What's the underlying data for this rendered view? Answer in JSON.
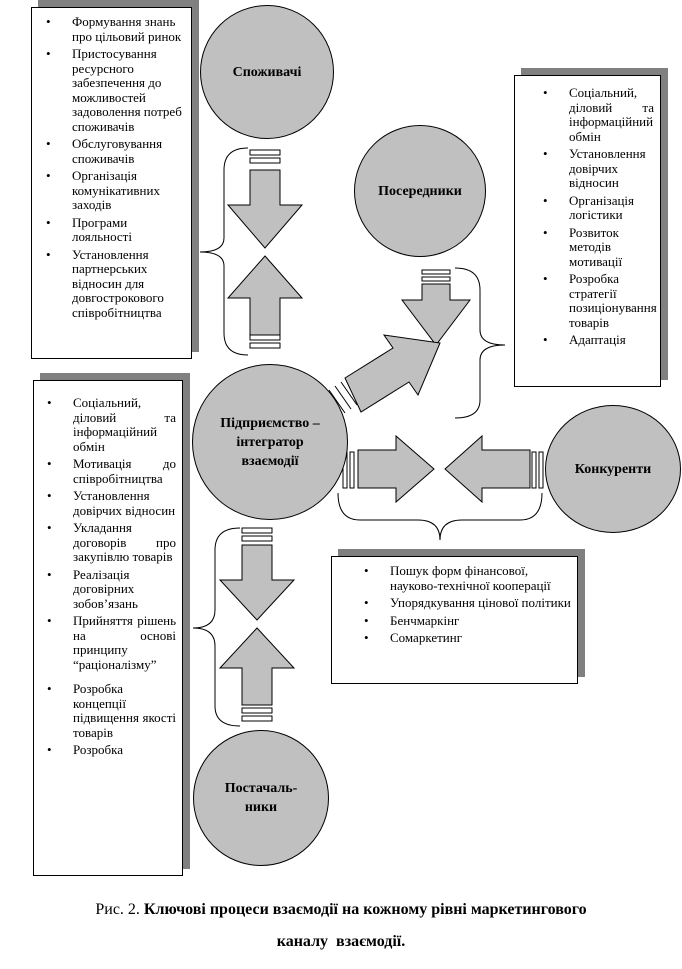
{
  "boxes": {
    "consumers": {
      "items": [
        "Формування знань про цільовий ринок",
        "Пристосування ресурсного забезпечення до можливостей задоволення потреб споживачів",
        "Обслуговування споживачів",
        "Організація комунікативних заходів",
        "Програми лояльності",
        "Установлення партнерських відносин для довгострокового співробітництва"
      ]
    },
    "intermediaries": {
      "items": [
        "Соціальний, діловий та інформаційний обмін",
        "Установлення довірчих відносин",
        "Організація логістики",
        "Розвиток методів мотивації",
        "Розробка стратегії позиціонування товарів",
        "Адаптація"
      ]
    },
    "enterprise": {
      "items": [
        "Соціальний, діловий та інформаційний обмін",
        "Мотивація до співробітництва",
        "Установлення довірчих відносин",
        "Укладання договорів про закупівлю товарів",
        "Реалізація договірних зобов’язань",
        "Прийняття рішень на основі принципу “раціоналізму”",
        "Розробка концепції підвищення якості товарів",
        "Розробка"
      ]
    },
    "competitors": {
      "items": [
        "Пошук форм фінансової, науково-технічної кооперації",
        "Упорядкування цінової політики",
        "Бенчмаркінг",
        "Сомаркетинг"
      ]
    }
  },
  "nodes": {
    "consumers": "Споживачі",
    "intermediaries": "Посередники",
    "enterprise": "Підприємство – інтегратор взаємодії",
    "competitors": "Конкуренти",
    "suppliers": "Постачаль-ники"
  },
  "caption": {
    "prefix": "Рис. 2.",
    "line1": "Ключові процеси взаємодії на кожному рівні маркетингового",
    "line2": "каналу  взаємодії."
  }
}
